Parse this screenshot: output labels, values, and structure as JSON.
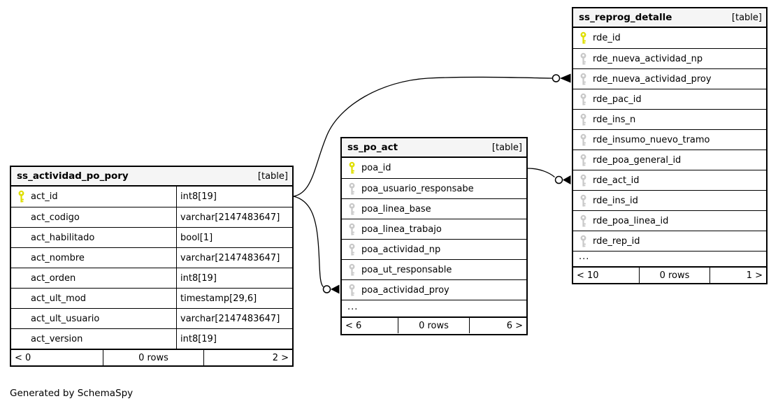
{
  "attribution": "Generated by SchemaSpy",
  "colors": {
    "primary_key": "#dfdf00",
    "foreign_key": "#c9c9c9",
    "header_bg": "#f5f5f5",
    "border": "#000000"
  },
  "tables": [
    {
      "title": "ss_actividad_po_pory",
      "tag": "[table]",
      "columns": [
        {
          "name": "act_id",
          "type": "int8[19]",
          "key": "primary"
        },
        {
          "name": "act_codigo",
          "type": "varchar[2147483647]",
          "key": "none"
        },
        {
          "name": "act_habilitado",
          "type": "bool[1]",
          "key": "none"
        },
        {
          "name": "act_nombre",
          "type": "varchar[2147483647]",
          "key": "none"
        },
        {
          "name": "act_orden",
          "type": "int8[19]",
          "key": "none"
        },
        {
          "name": "act_ult_mod",
          "type": "timestamp[29,6]",
          "key": "none"
        },
        {
          "name": "act_ult_usuario",
          "type": "varchar[2147483647]",
          "key": "none"
        },
        {
          "name": "act_version",
          "type": "int8[19]",
          "key": "none"
        }
      ],
      "footer": {
        "prev": "< 0",
        "rows": "0 rows",
        "next": "2 >"
      }
    },
    {
      "title": "ss_po_act",
      "tag": "[table]",
      "columns": [
        {
          "name": "poa_id",
          "key": "primary"
        },
        {
          "name": "poa_usuario_responsabe",
          "key": "foreign"
        },
        {
          "name": "poa_linea_base",
          "key": "foreign"
        },
        {
          "name": "poa_linea_trabajo",
          "key": "foreign"
        },
        {
          "name": "poa_actividad_np",
          "key": "foreign"
        },
        {
          "name": "poa_ut_responsable",
          "key": "foreign"
        },
        {
          "name": "poa_actividad_proy",
          "key": "foreign"
        }
      ],
      "ellipsis": "...",
      "footer": {
        "prev": "< 6",
        "rows": "0 rows",
        "next": "6 >"
      }
    },
    {
      "title": "ss_reprog_detalle",
      "tag": "[table]",
      "columns": [
        {
          "name": "rde_id",
          "key": "primary"
        },
        {
          "name": "rde_nueva_actividad_np",
          "key": "foreign"
        },
        {
          "name": "rde_nueva_actividad_proy",
          "key": "foreign"
        },
        {
          "name": "rde_pac_id",
          "key": "foreign"
        },
        {
          "name": "rde_ins_n",
          "key": "foreign"
        },
        {
          "name": "rde_insumo_nuevo_tramo",
          "key": "foreign"
        },
        {
          "name": "rde_poa_general_id",
          "key": "foreign"
        },
        {
          "name": "rde_act_id",
          "key": "foreign"
        },
        {
          "name": "rde_ins_id",
          "key": "foreign"
        },
        {
          "name": "rde_poa_linea_id",
          "key": "foreign"
        },
        {
          "name": "rde_rep_id",
          "key": "foreign"
        }
      ],
      "ellipsis": "...",
      "footer": {
        "prev": "< 10",
        "rows": "0 rows",
        "next": "1 >"
      }
    }
  ],
  "relationships": [
    {
      "from": "ss_actividad_po_pory.act_id",
      "to": "ss_reprog_detalle.rde_nueva_actividad_proy"
    },
    {
      "from": "ss_actividad_po_pory.act_id",
      "to": "ss_po_act.poa_actividad_proy"
    },
    {
      "from": "ss_po_act.poa_id",
      "to": "ss_reprog_detalle.rde_act_id"
    }
  ]
}
